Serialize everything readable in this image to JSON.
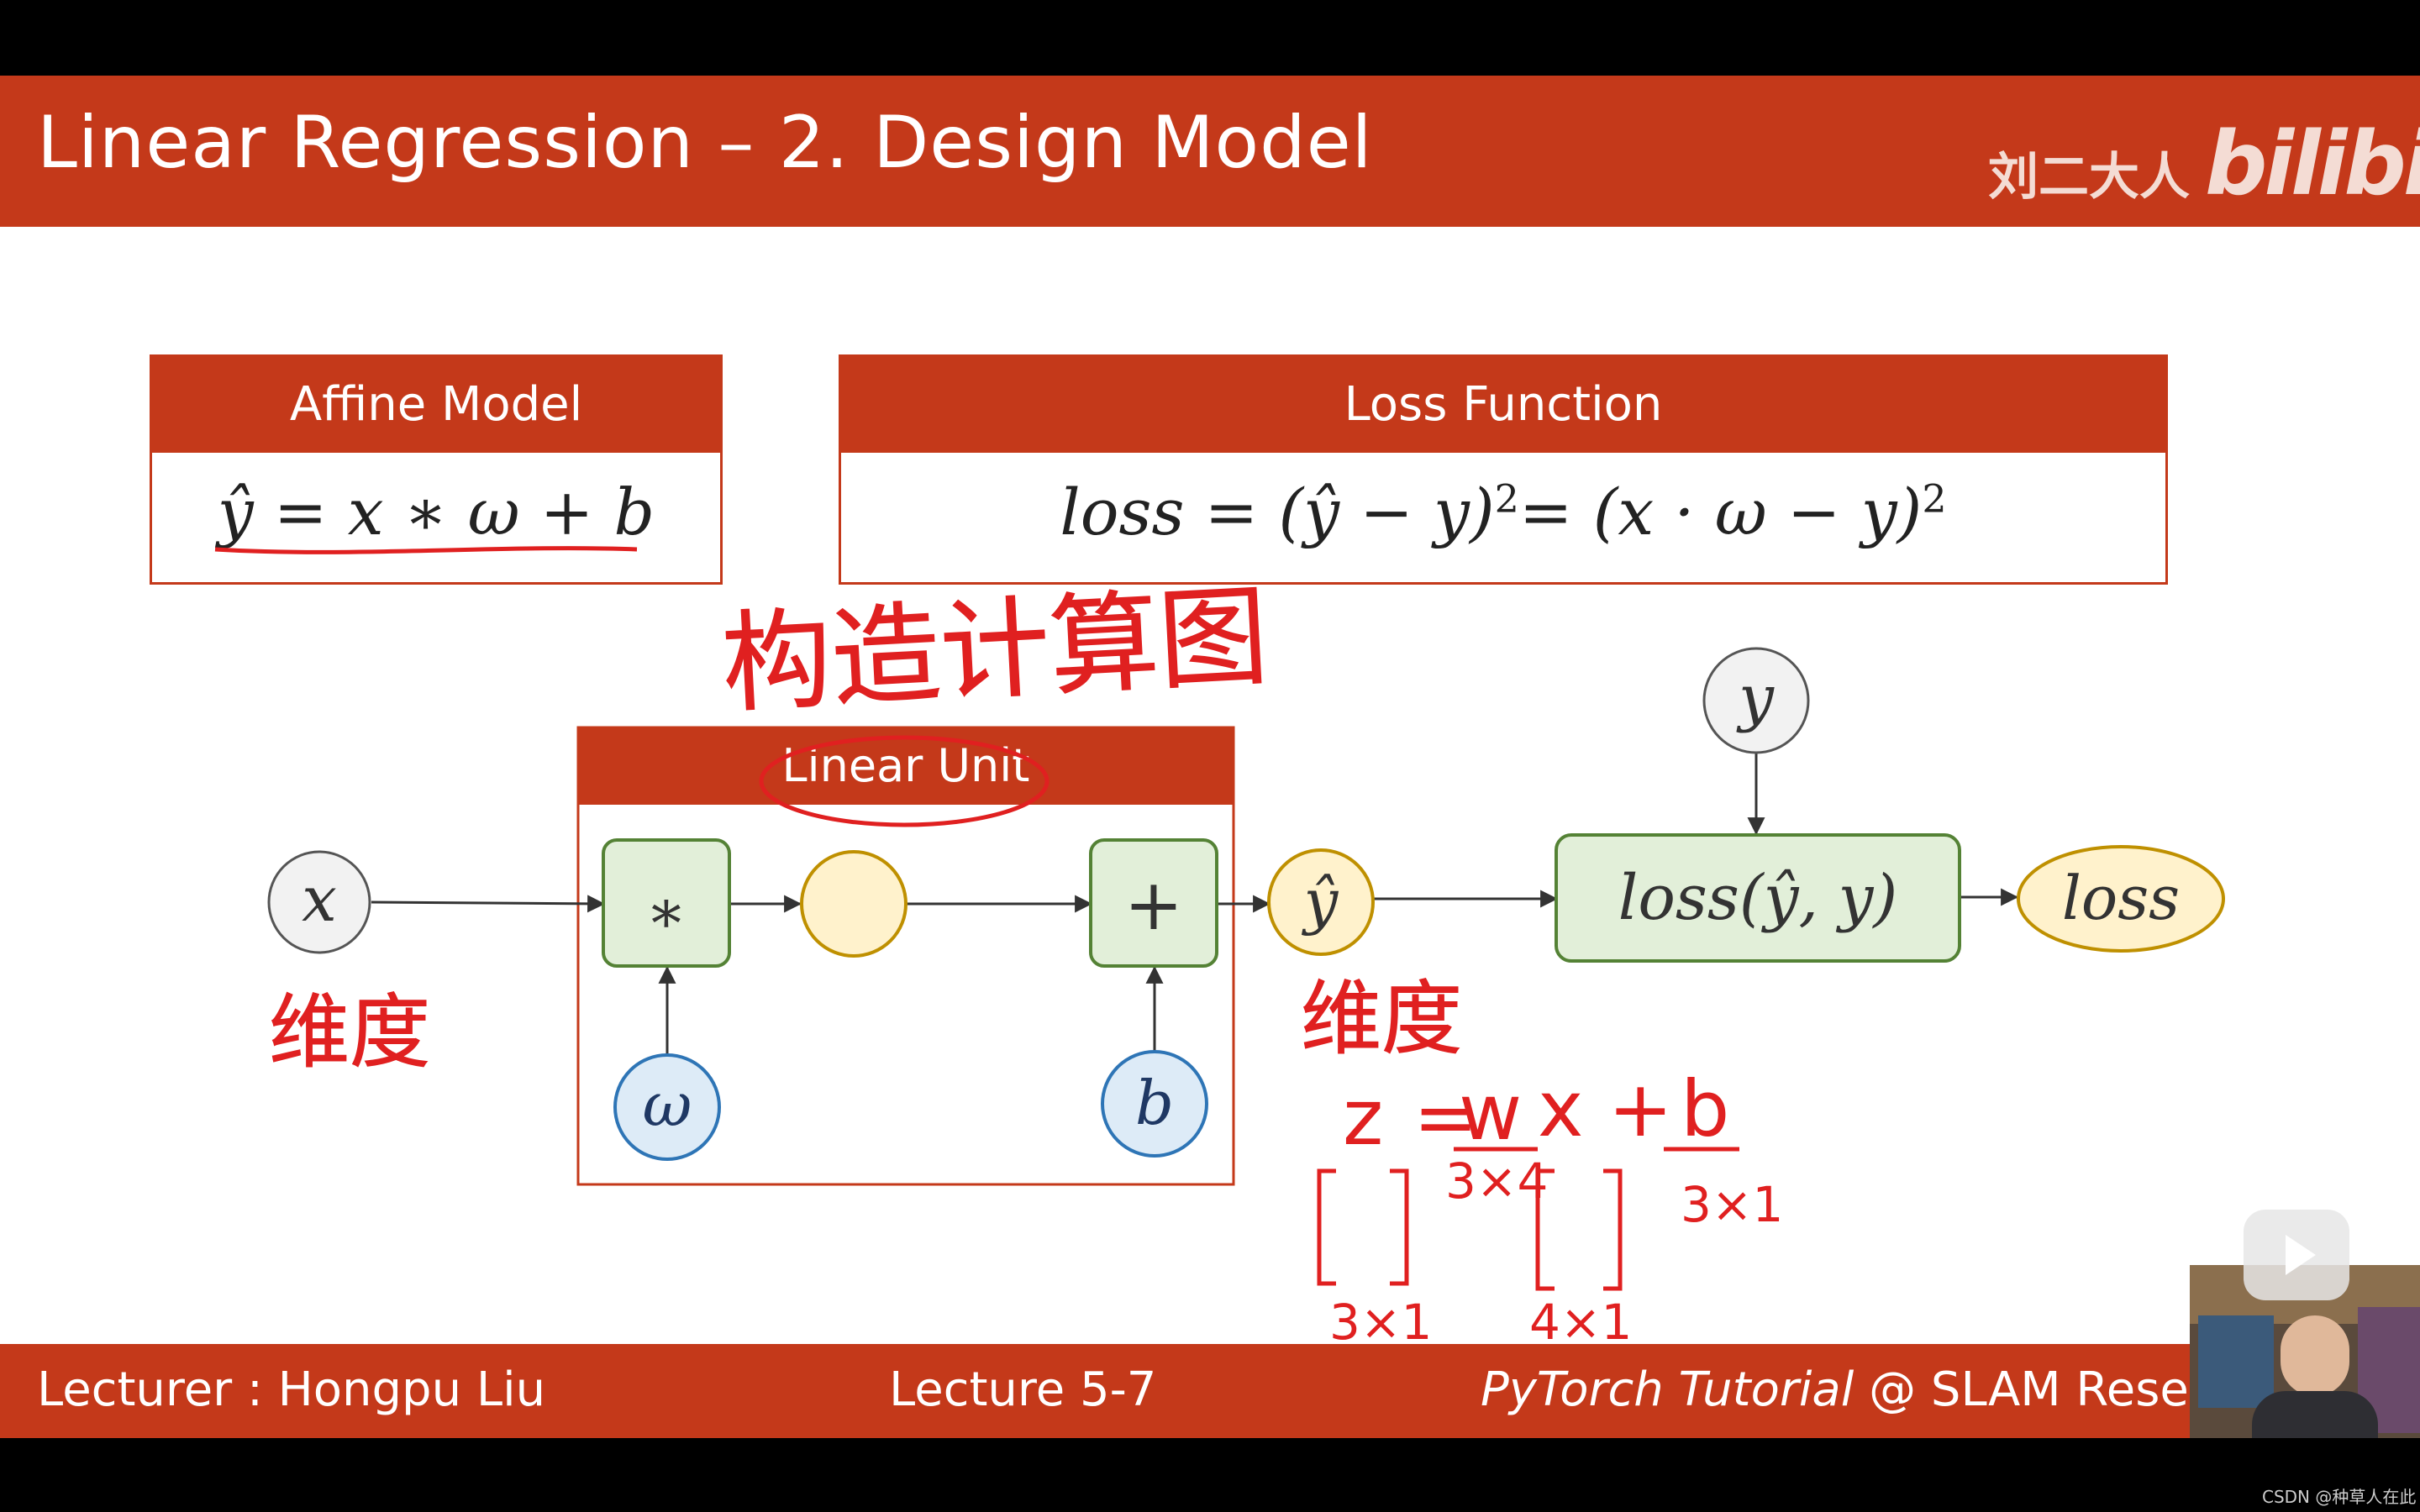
{
  "slide": {
    "title": "Linear Regression – 2. Design Model",
    "logo": {
      "author": "刘二大人",
      "brand": "bilibili"
    }
  },
  "affine_model": {
    "header": "Affine Model",
    "formula": "ŷ = x ∗ ω + b"
  },
  "loss_function": {
    "header": "Loss Function",
    "formula_left": "loss = (ŷ − y)",
    "formula_mid": "= (x · ω − y)",
    "exponent": "2"
  },
  "diagram": {
    "linear_unit_label": "Linear Unit",
    "nodes": {
      "x": "x",
      "multiply": "∗",
      "add": "+",
      "omega": "ω",
      "b": "b",
      "y_hat": "ŷ",
      "y": "y",
      "loss_fn": "loss(ŷ, y)",
      "loss_out": "loss"
    }
  },
  "annotations": {
    "handwriting_top": "构造计算图",
    "handwriting_dim_x": "维度",
    "handwriting_dim_yhat": "维度",
    "eq_z": "z",
    "eq_eq": "=",
    "eq_w": "w",
    "eq_xplus": "x +",
    "eq_b": "b",
    "dim_w": "3×4",
    "dim_b": "3×1",
    "dim_z": "3×1",
    "dim_x": "4×1"
  },
  "footer": {
    "lecturer": "Lecturer : Hongpu Liu",
    "lecture": "Lecture 5-7",
    "tutorial_italic": "PyTorch Tutorial",
    "tutorial_rest": "@ SLAM Resear"
  },
  "watermark": "CSDN @种草人在此",
  "colors": {
    "brand_red": "#C4391A",
    "ink_red": "#E02020",
    "green_fill": "#E2EFD9",
    "green_stroke": "#548235",
    "yellow_fill": "#FFF2CC",
    "yellow_stroke": "#BF9000",
    "blue_fill": "#DDEBF7",
    "blue_stroke": "#2E75B6"
  }
}
